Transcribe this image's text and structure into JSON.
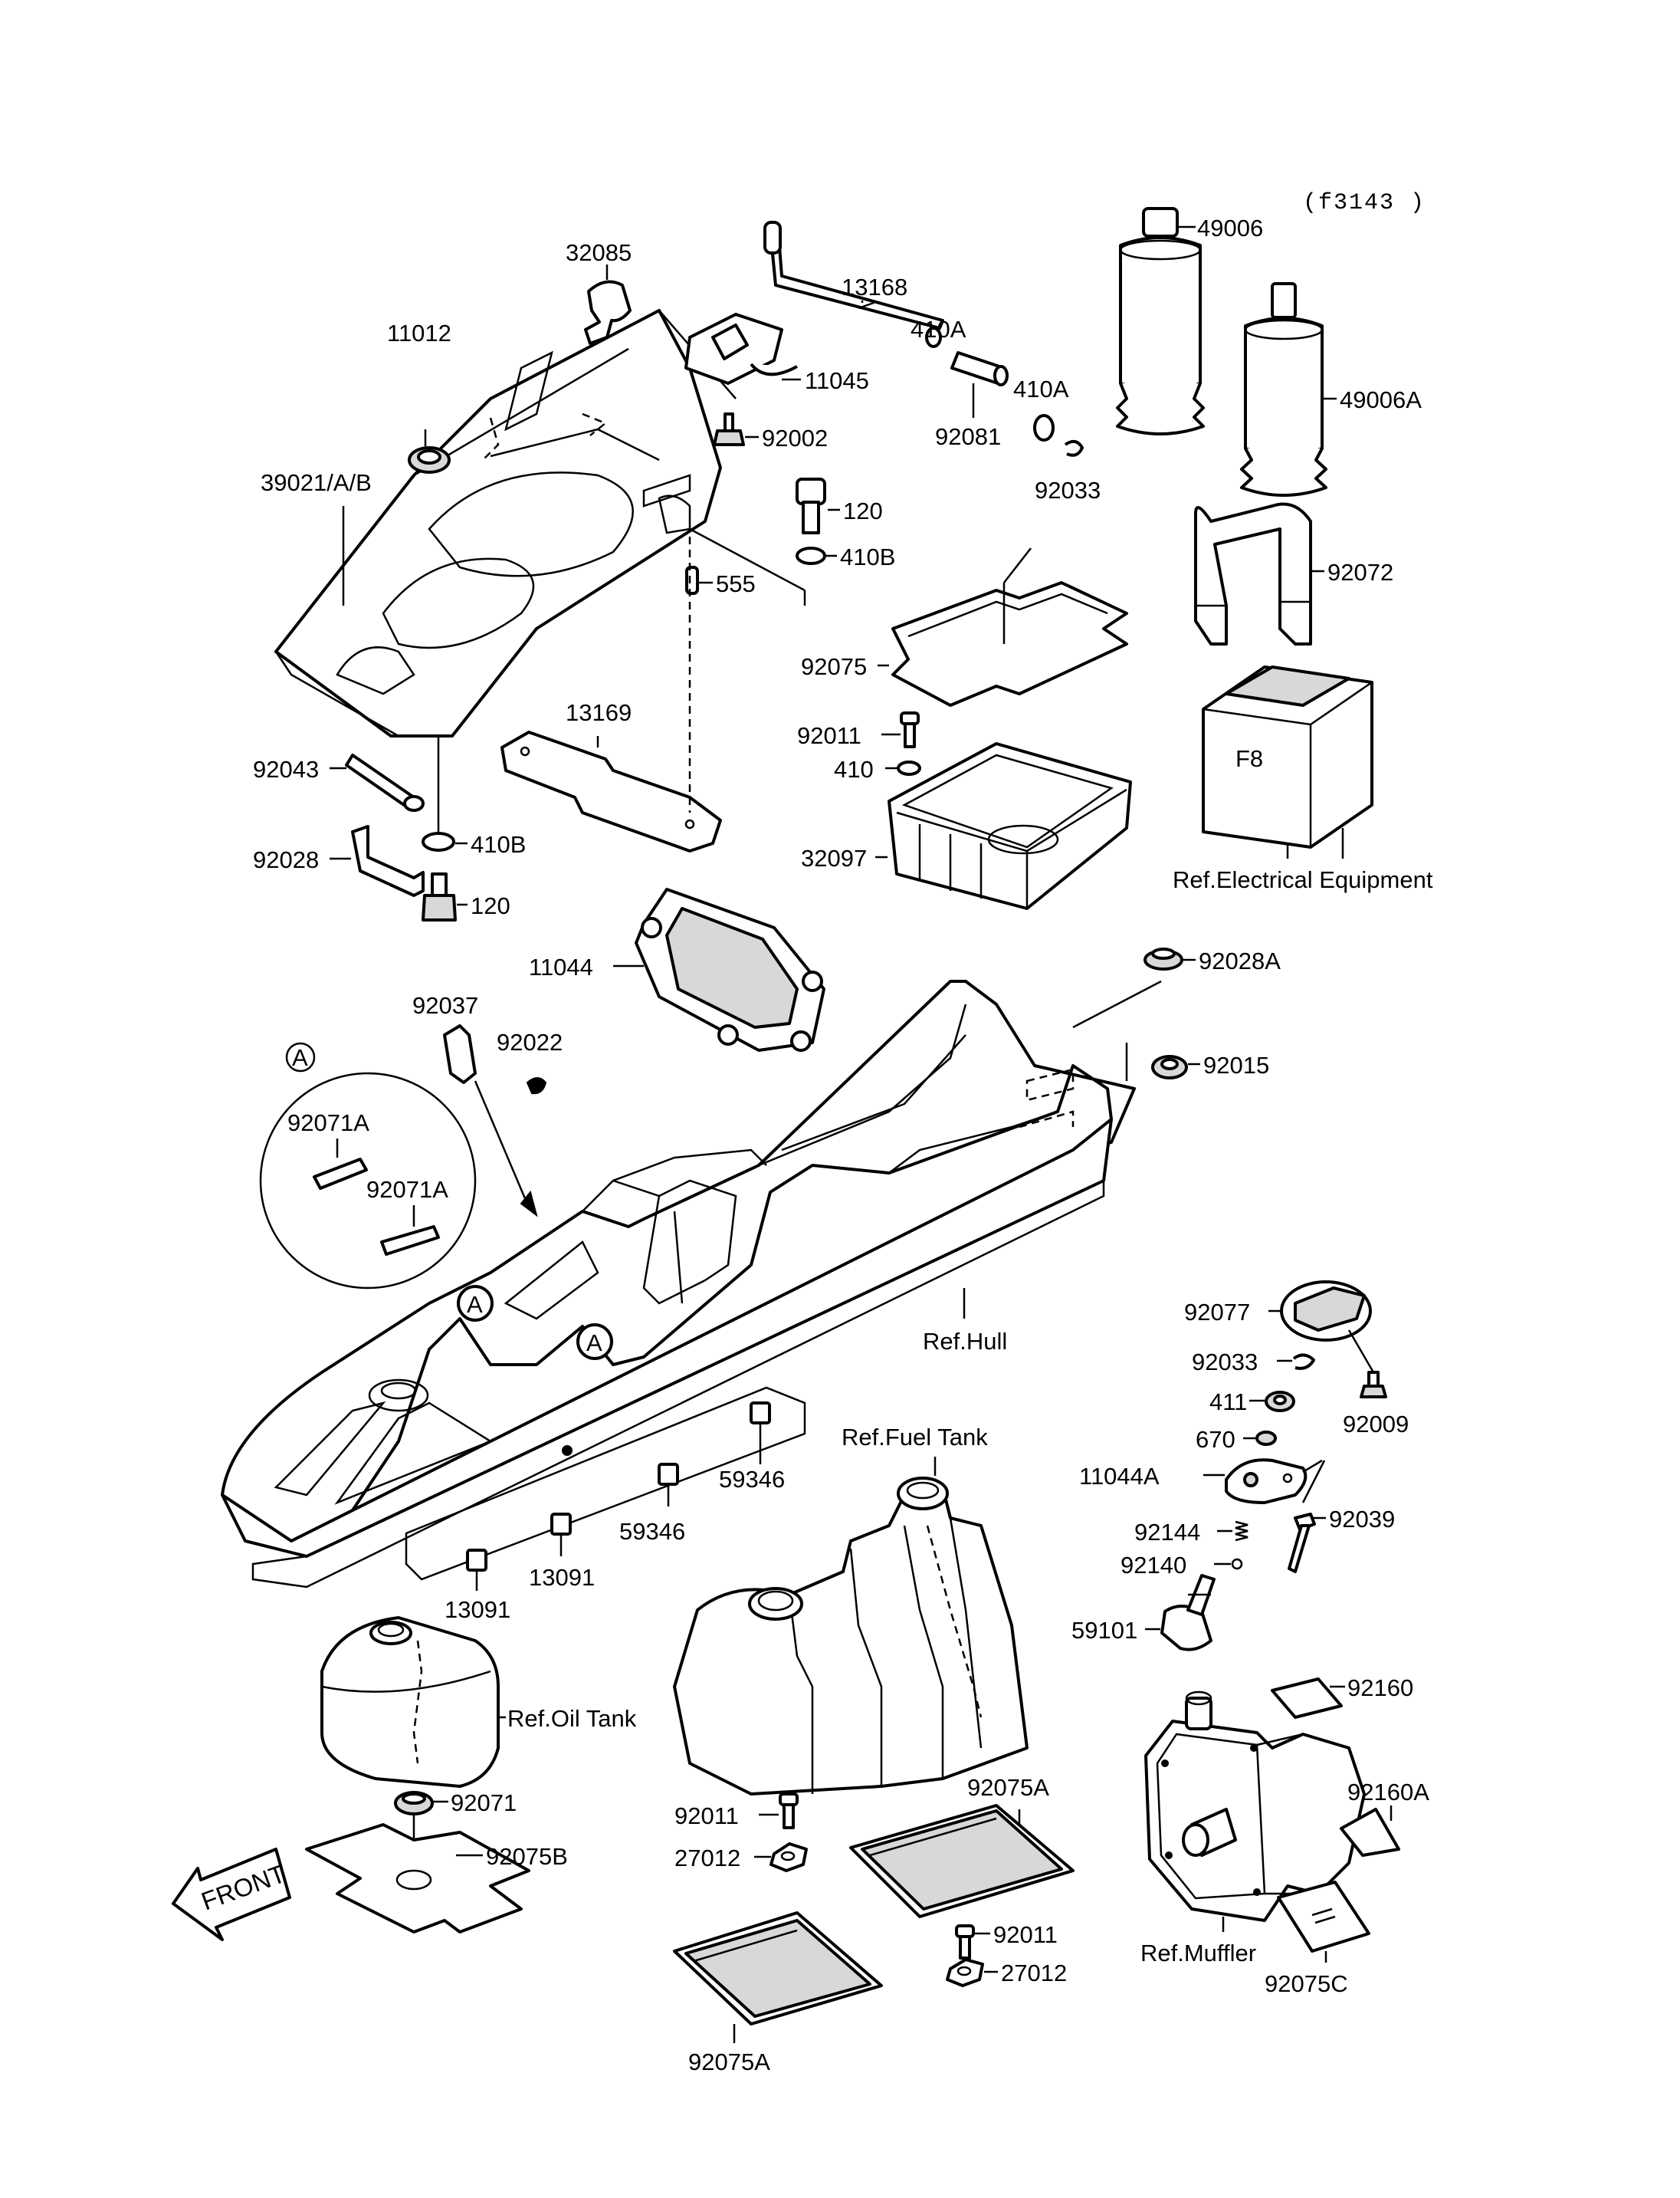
{
  "diagram_code": "(f3143 )",
  "callouts": {
    "c49006": "49006",
    "c49006A": "49006A",
    "c13168": "13168",
    "c410A_1": "410A",
    "c410A_2": "410A",
    "c92081": "92081",
    "c92033_top": "92033",
    "c32085": "32085",
    "c11012": "11012",
    "c11045": "11045",
    "c92002": "92002",
    "c39021": "39021/A/B",
    "c120_top": "120",
    "c410B_top": "410B",
    "c555": "555",
    "c92072": "92072",
    "c92075": "92075",
    "c92011_box": "92011",
    "c410": "410",
    "c32097": "32097",
    "c13169": "13169",
    "c92043": "92043",
    "c410B_bot": "410B",
    "c92028": "92028",
    "c120_bot": "120",
    "c11044": "11044",
    "c92028A": "92028A",
    "c92015": "92015",
    "c92037": "92037",
    "c92022": "92022",
    "detail_A": "A",
    "c92071A_1": "92071A",
    "c92071A_2": "92071A",
    "marker_A1": "A",
    "marker_A2": "A",
    "c92077": "92077",
    "c92033": "92033",
    "c92009": "92009",
    "c411": "411",
    "c670": "670",
    "c11044A": "11044A",
    "c92039": "92039",
    "c92144": "92144",
    "c92140": "92140",
    "c59101": "59101",
    "c59346_1": "59346",
    "c59346_2": "59346",
    "c13091_1": "13091",
    "c13091_2": "13091",
    "c92160": "92160",
    "c92160A": "92160A",
    "c92075C": "92075C",
    "c92075A_1": "92075A",
    "c92075A_2": "92075A",
    "c92011_1": "92011",
    "c92011_2": "92011",
    "c27012_1": "27012",
    "c27012_2": "27012",
    "c92071": "92071",
    "c92075B": "92075B"
  },
  "refs": {
    "electrical": "Ref.Electrical Equipment",
    "hull": "Ref.Hull",
    "fuel_tank": "Ref.Fuel Tank",
    "oil_tank": "Ref.Oil Tank",
    "muffler": "Ref.Muffler"
  },
  "front_arrow": "FRONT"
}
